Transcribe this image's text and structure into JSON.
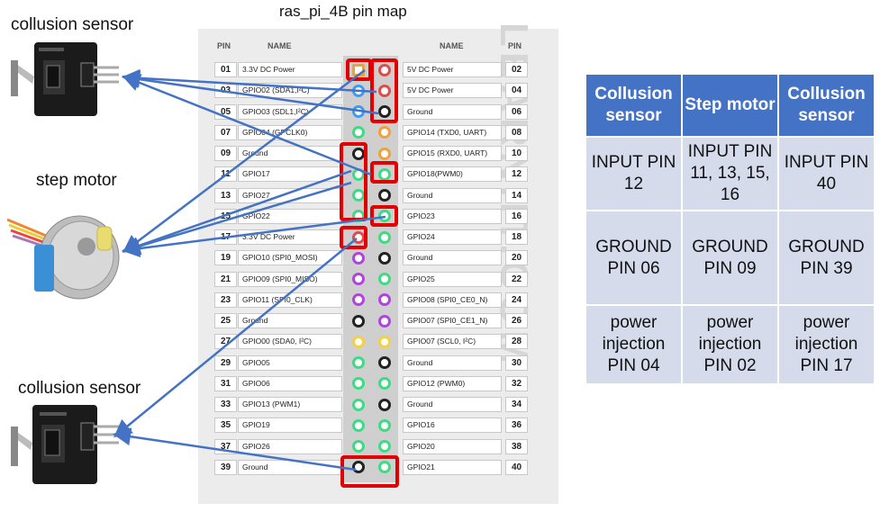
{
  "labels": {
    "collusion_top": "collusion sensor",
    "step_motor": "step motor",
    "collusion_bottom": "collusion sensor",
    "map_title": "ras_pi_4B pin map"
  },
  "pinmap": {
    "headers": {
      "pin": "PIN",
      "name": "NAME",
      "name2": "NAME",
      "pin2": "PIN"
    },
    "watermark": "LEARN.IT.COM",
    "rows": [
      {
        "ln": "01",
        "lname": "3.3V DC Power",
        "rname": "5V DC Power",
        "rn": "02",
        "lc": "#e8a33c",
        "rc": "#e34b4b"
      },
      {
        "ln": "03",
        "lname": "GPIO02 (SDA1,I²C)",
        "rname": "5V DC Power",
        "rn": "04",
        "lc": "#3d9cf0",
        "rc": "#e34b4b"
      },
      {
        "ln": "05",
        "lname": "GPIO03 (SDL1,I²C)",
        "rname": "Ground",
        "rn": "06",
        "lc": "#3d9cf0",
        "rc": "#222222"
      },
      {
        "ln": "07",
        "lname": "GPIO04 (GPCLK0)",
        "rname": "GPIO14 (TXD0, UART)",
        "rn": "08",
        "lc": "#3ddc84",
        "rc": "#f2a03c"
      },
      {
        "ln": "09",
        "lname": "Ground",
        "rname": "GPIO15 (RXD0, UART)",
        "rn": "10",
        "lc": "#222222",
        "rc": "#f2a03c"
      },
      {
        "ln": "11",
        "lname": "GPIO17",
        "rname": "GPIO18(PWM0)",
        "rn": "12",
        "lc": "#3ddc84",
        "rc": "#3ddc84"
      },
      {
        "ln": "13",
        "lname": "GPIO27",
        "rname": "Ground",
        "rn": "14",
        "lc": "#3ddc84",
        "rc": "#222222"
      },
      {
        "ln": "15",
        "lname": "GPIO22",
        "rname": "GPIO23",
        "rn": "16",
        "lc": "#3ddc84",
        "rc": "#3ddc84"
      },
      {
        "ln": "17",
        "lname": "3.3V DC Power",
        "rname": "GPIO24",
        "rn": "18",
        "lc": "#e34b4b",
        "rc": "#3ddc84"
      },
      {
        "ln": "19",
        "lname": "GPIO10 (SPI0_MOSI)",
        "rname": "Ground",
        "rn": "20",
        "lc": "#b144e0",
        "rc": "#222222"
      },
      {
        "ln": "21",
        "lname": "GPIO09 (SPI0_MISO)",
        "rname": "GPIO25",
        "rn": "22",
        "lc": "#b144e0",
        "rc": "#3ddc84"
      },
      {
        "ln": "23",
        "lname": "GPIO11 (SPI0_CLK)",
        "rname": "GPIO08 (SPI0_CE0_N)",
        "rn": "24",
        "lc": "#b144e0",
        "rc": "#b144e0"
      },
      {
        "ln": "25",
        "lname": "Ground",
        "rname": "GPIO07 (SPI0_CE1_N)",
        "rn": "26",
        "lc": "#222222",
        "rc": "#b144e0"
      },
      {
        "ln": "27",
        "lname": "GPIO00 (SDA0, I²C)",
        "rname": "GPIO07 (SCL0, I²C)",
        "rn": "28",
        "lc": "#f5d142",
        "rc": "#f5d142"
      },
      {
        "ln": "29",
        "lname": "GPIO05",
        "rname": "Ground",
        "rn": "30",
        "lc": "#3ddc84",
        "rc": "#222222"
      },
      {
        "ln": "31",
        "lname": "GPIO06",
        "rname": "GPIO12 (PWM0)",
        "rn": "32",
        "lc": "#3ddc84",
        "rc": "#3ddc84"
      },
      {
        "ln": "33",
        "lname": "GPIO13 (PWM1)",
        "rname": "Ground",
        "rn": "34",
        "lc": "#3ddc84",
        "rc": "#222222"
      },
      {
        "ln": "35",
        "lname": "GPIO19",
        "rname": "GPIO16",
        "rn": "36",
        "lc": "#3ddc84",
        "rc": "#3ddc84"
      },
      {
        "ln": "37",
        "lname": "GPIO26",
        "rname": "GPIO20",
        "rn": "38",
        "lc": "#3ddc84",
        "rc": "#3ddc84"
      },
      {
        "ln": "39",
        "lname": "Ground",
        "rname": "GPIO21",
        "rn": "40",
        "lc": "#222222",
        "rc": "#3ddc84"
      }
    ]
  },
  "table": {
    "headers": [
      "Collusion sensor",
      "Step motor",
      "Collusion sensor"
    ],
    "rows": [
      [
        "INPUT PIN 12",
        "INPUT PIN 11, 13, 15, 16",
        "INPUT PIN 40"
      ],
      [
        "GROUND PIN 06",
        "GROUND PIN 09",
        "GROUND PIN 39"
      ],
      [
        "power injection PIN 04",
        "power injection PIN 02",
        "power injection PIN 17"
      ]
    ]
  },
  "colors": {
    "highlight": "#e00000",
    "arrow": "#4472c4",
    "header_bg": "#4472c4",
    "cell_bg": "#d6dbec"
  }
}
